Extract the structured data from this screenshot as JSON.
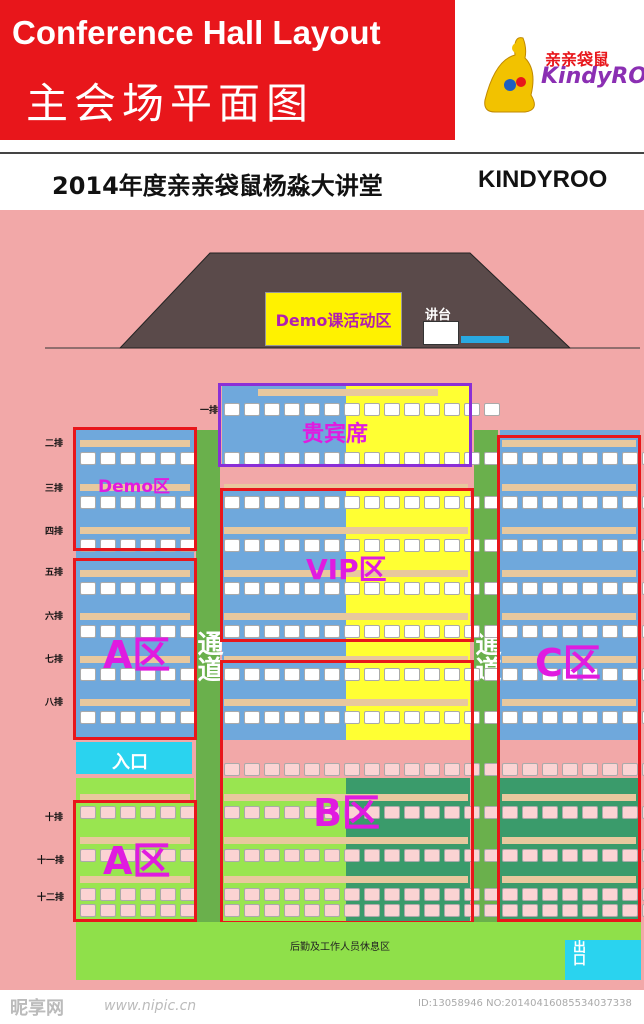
{
  "header": {
    "title_en": "Conference Hall Layout",
    "title_cn": "主会场平面图",
    "logo_cn": "亲亲袋鼠",
    "logo_en": "KindyROO"
  },
  "subheader": {
    "event": "2014年度亲亲袋鼠杨淼大讲堂",
    "brand": "KINDYROO"
  },
  "stage": {
    "demo_activity": "Demo课活动区",
    "podium": "讲台"
  },
  "rows": [
    "一排",
    "二排",
    "三排",
    "四排",
    "五排",
    "六排",
    "七排",
    "八排",
    "十排",
    "十一排",
    "十二排"
  ],
  "zones": {
    "guest": "贵宾席",
    "demo": "Demo区",
    "vip": "VIP区",
    "a": "A区",
    "b": "B区",
    "c": "C区"
  },
  "aisle": "通道",
  "entrance": "入口",
  "exit": "出口",
  "rest_area": "后勤及工作人员休息区",
  "watermark": {
    "site": "昵享网",
    "url": "www.nipic.cn",
    "id": "ID:13058946 NO:20140416085534037338"
  },
  "colors": {
    "header_red": "#e8161b",
    "hall_pink": "#f2a8a8",
    "aisle_green": "#6ab04c",
    "zone_blue": "#6fa8dc",
    "zone_yellow": "#ffff33",
    "zone_lime": "#99e550",
    "zone_teal": "#3a9b6b",
    "label_magenta": "#e01be0",
    "guest_border": "#8b2fd6"
  }
}
